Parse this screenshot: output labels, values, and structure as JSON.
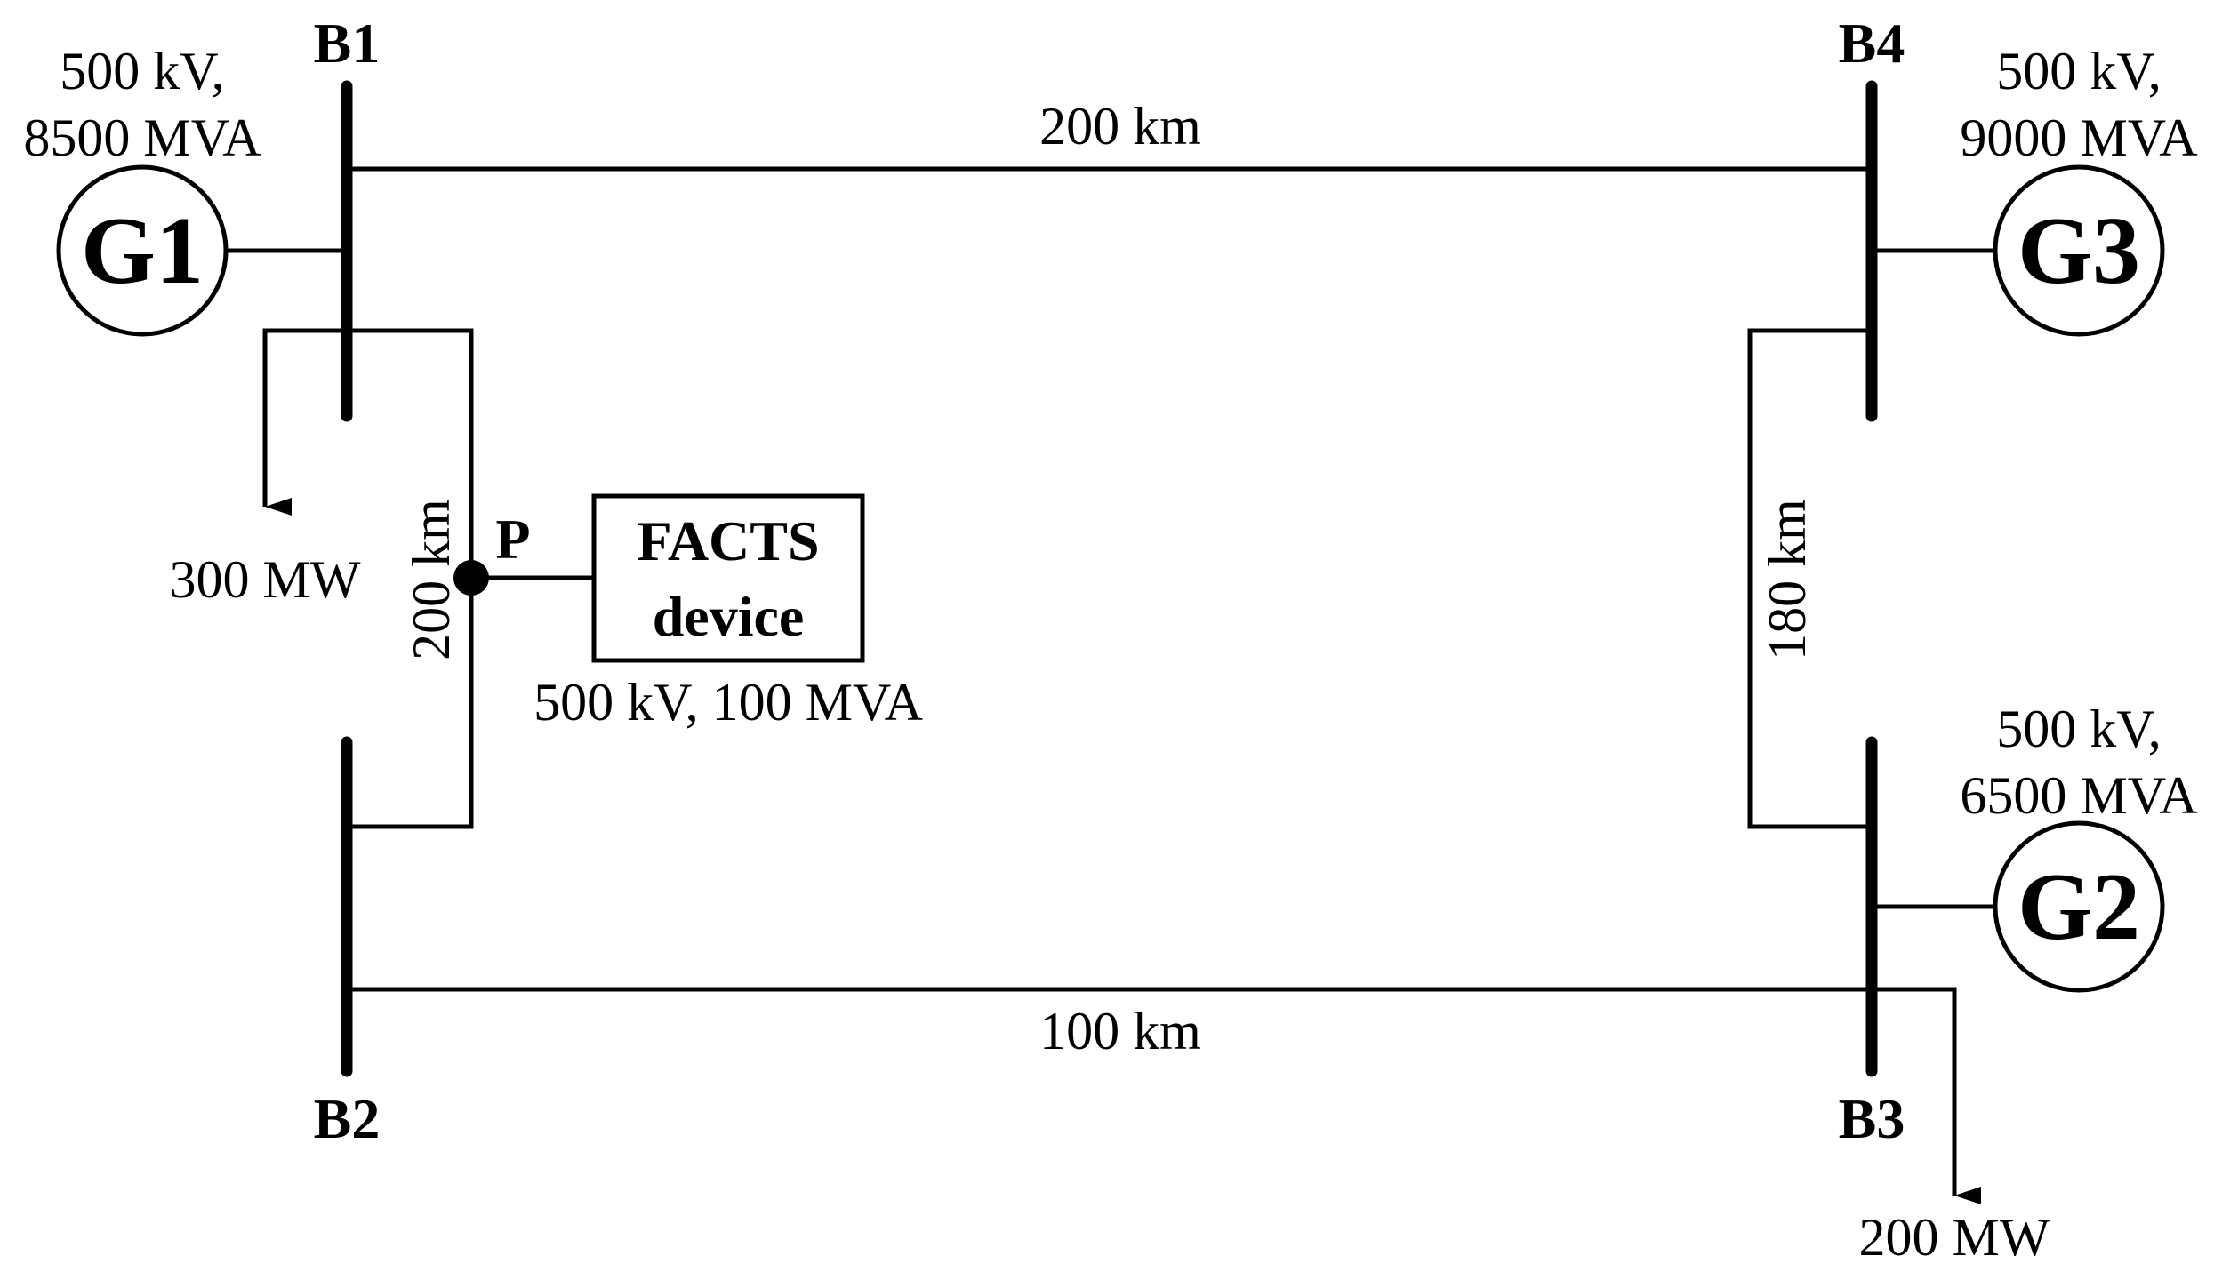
{
  "buses": {
    "b1": "B1",
    "b2": "B2",
    "b3": "B3",
    "b4": "B4"
  },
  "generators": {
    "g1": {
      "label": "G1",
      "rating_line1": "500 kV,",
      "rating_line2": "8500 MVA"
    },
    "g2": {
      "label": "G2",
      "rating_line1": "500 kV,",
      "rating_line2": "6500 MVA"
    },
    "g3": {
      "label": "G3",
      "rating_line1": "500 kV,",
      "rating_line2": "9000 MVA"
    }
  },
  "lines": {
    "b1_b4": "200 km",
    "b2_b3": "100 km",
    "b1_b2": "200 km",
    "b4_b3": "180 km"
  },
  "loads": {
    "b1": "300 MW",
    "b3": "200 MW"
  },
  "facts": {
    "point": "P",
    "line1": "FACTS",
    "line2": "device",
    "rating": "500 kV, 100 MVA"
  }
}
